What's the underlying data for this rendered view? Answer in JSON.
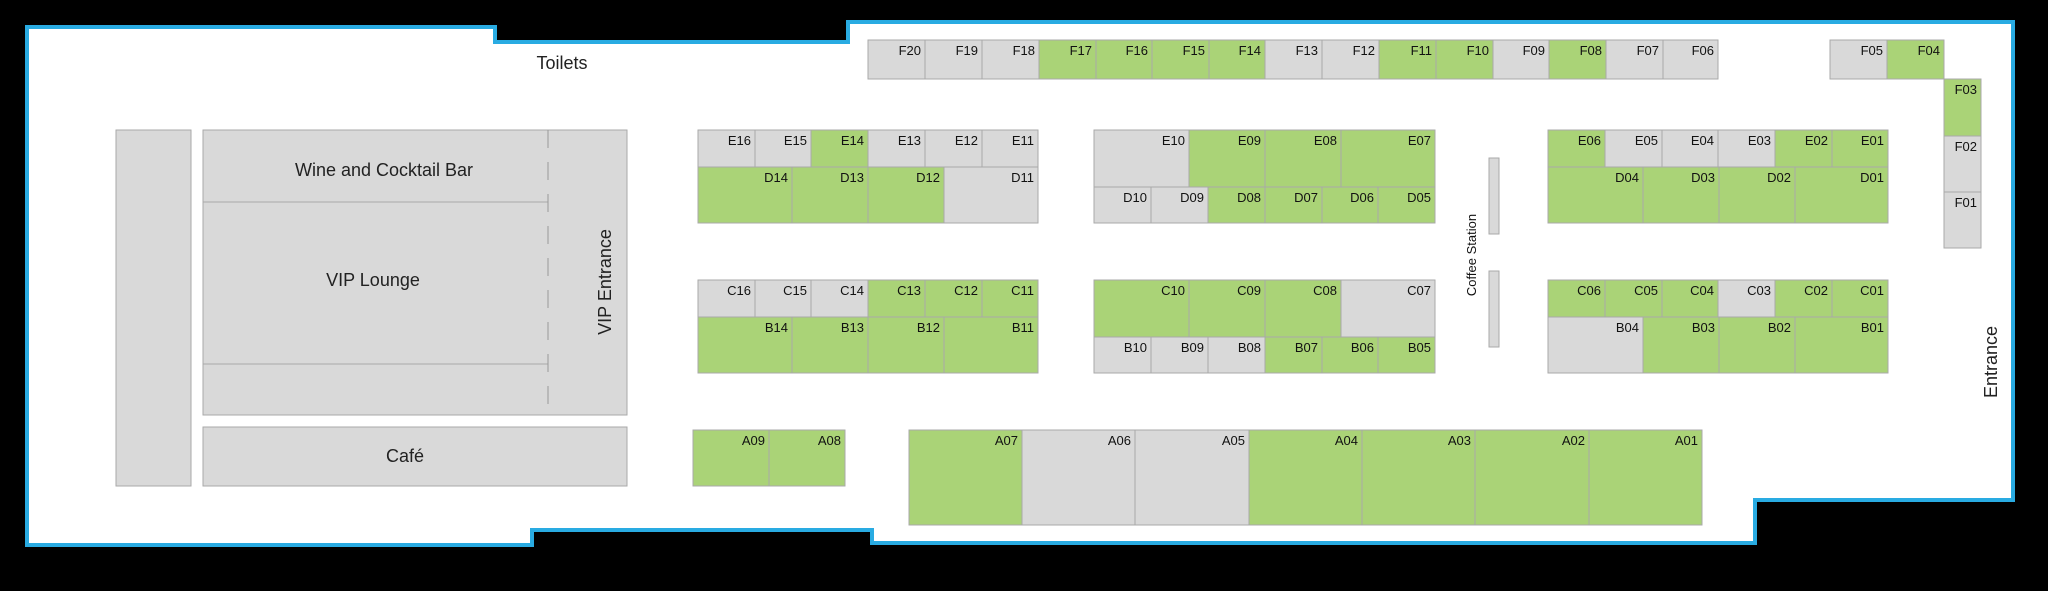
{
  "floor_plan": {
    "labels": {
      "toilets": "Toilets",
      "wine_bar": "Wine and Cocktail Bar",
      "vip_lounge": "VIP Lounge",
      "vip_entrance": "VIP Entrance",
      "cafe": "Café",
      "coffee_station": "Coffee Station",
      "entrance": "Entrance"
    },
    "colors": {
      "available": "#d9d9d9",
      "booked": "#aad377",
      "outline": "#29abe2",
      "floor": "#ffffff",
      "background": "#000000"
    },
    "booths": [
      {
        "id": "F20",
        "status": "available"
      },
      {
        "id": "F19",
        "status": "available"
      },
      {
        "id": "F18",
        "status": "available"
      },
      {
        "id": "F17",
        "status": "booked"
      },
      {
        "id": "F16",
        "status": "booked"
      },
      {
        "id": "F15",
        "status": "booked"
      },
      {
        "id": "F14",
        "status": "booked"
      },
      {
        "id": "F13",
        "status": "available"
      },
      {
        "id": "F12",
        "status": "available"
      },
      {
        "id": "F11",
        "status": "booked"
      },
      {
        "id": "F10",
        "status": "booked"
      },
      {
        "id": "F09",
        "status": "available"
      },
      {
        "id": "F08",
        "status": "booked"
      },
      {
        "id": "F07",
        "status": "available"
      },
      {
        "id": "F06",
        "status": "available"
      },
      {
        "id": "F05",
        "status": "available"
      },
      {
        "id": "F04",
        "status": "booked"
      },
      {
        "id": "F03",
        "status": "booked"
      },
      {
        "id": "F02",
        "status": "available"
      },
      {
        "id": "F01",
        "status": "available"
      },
      {
        "id": "E16",
        "status": "available"
      },
      {
        "id": "E15",
        "status": "available"
      },
      {
        "id": "E14",
        "status": "booked"
      },
      {
        "id": "E13",
        "status": "available"
      },
      {
        "id": "E12",
        "status": "available"
      },
      {
        "id": "E11",
        "status": "available"
      },
      {
        "id": "D14",
        "status": "booked"
      },
      {
        "id": "D13",
        "status": "booked"
      },
      {
        "id": "D12",
        "status": "booked"
      },
      {
        "id": "D11",
        "status": "available"
      },
      {
        "id": "E10",
        "status": "available"
      },
      {
        "id": "E09",
        "status": "booked"
      },
      {
        "id": "E08",
        "status": "booked"
      },
      {
        "id": "E07",
        "status": "booked"
      },
      {
        "id": "D10",
        "status": "available"
      },
      {
        "id": "D09",
        "status": "available"
      },
      {
        "id": "D08",
        "status": "booked"
      },
      {
        "id": "D07",
        "status": "booked"
      },
      {
        "id": "D06",
        "status": "booked"
      },
      {
        "id": "D05",
        "status": "booked"
      },
      {
        "id": "E06",
        "status": "booked"
      },
      {
        "id": "E05",
        "status": "available"
      },
      {
        "id": "E04",
        "status": "available"
      },
      {
        "id": "E03",
        "status": "available"
      },
      {
        "id": "E02",
        "status": "booked"
      },
      {
        "id": "E01",
        "status": "booked"
      },
      {
        "id": "D04",
        "status": "booked"
      },
      {
        "id": "D03",
        "status": "booked"
      },
      {
        "id": "D02",
        "status": "booked"
      },
      {
        "id": "D01",
        "status": "booked"
      },
      {
        "id": "C16",
        "status": "available"
      },
      {
        "id": "C15",
        "status": "available"
      },
      {
        "id": "C14",
        "status": "available"
      },
      {
        "id": "C13",
        "status": "booked"
      },
      {
        "id": "C12",
        "status": "booked"
      },
      {
        "id": "C11",
        "status": "booked"
      },
      {
        "id": "B14",
        "status": "booked"
      },
      {
        "id": "B13",
        "status": "booked"
      },
      {
        "id": "B12",
        "status": "booked"
      },
      {
        "id": "B11",
        "status": "booked"
      },
      {
        "id": "C10",
        "status": "booked"
      },
      {
        "id": "C09",
        "status": "booked"
      },
      {
        "id": "C08",
        "status": "booked"
      },
      {
        "id": "C07",
        "status": "available"
      },
      {
        "id": "B10",
        "status": "available"
      },
      {
        "id": "B09",
        "status": "available"
      },
      {
        "id": "B08",
        "status": "available"
      },
      {
        "id": "B07",
        "status": "booked"
      },
      {
        "id": "B06",
        "status": "booked"
      },
      {
        "id": "B05",
        "status": "booked"
      },
      {
        "id": "C06",
        "status": "booked"
      },
      {
        "id": "C05",
        "status": "booked"
      },
      {
        "id": "C04",
        "status": "booked"
      },
      {
        "id": "C03",
        "status": "available"
      },
      {
        "id": "C02",
        "status": "booked"
      },
      {
        "id": "C01",
        "status": "booked"
      },
      {
        "id": "B04",
        "status": "available"
      },
      {
        "id": "B03",
        "status": "booked"
      },
      {
        "id": "B02",
        "status": "booked"
      },
      {
        "id": "B01",
        "status": "booked"
      },
      {
        "id": "A09",
        "status": "booked"
      },
      {
        "id": "A08",
        "status": "booked"
      },
      {
        "id": "A07",
        "status": "booked"
      },
      {
        "id": "A06",
        "status": "available"
      },
      {
        "id": "A05",
        "status": "available"
      },
      {
        "id": "A04",
        "status": "booked"
      },
      {
        "id": "A03",
        "status": "booked"
      },
      {
        "id": "A02",
        "status": "booked"
      },
      {
        "id": "A01",
        "status": "booked"
      }
    ]
  }
}
